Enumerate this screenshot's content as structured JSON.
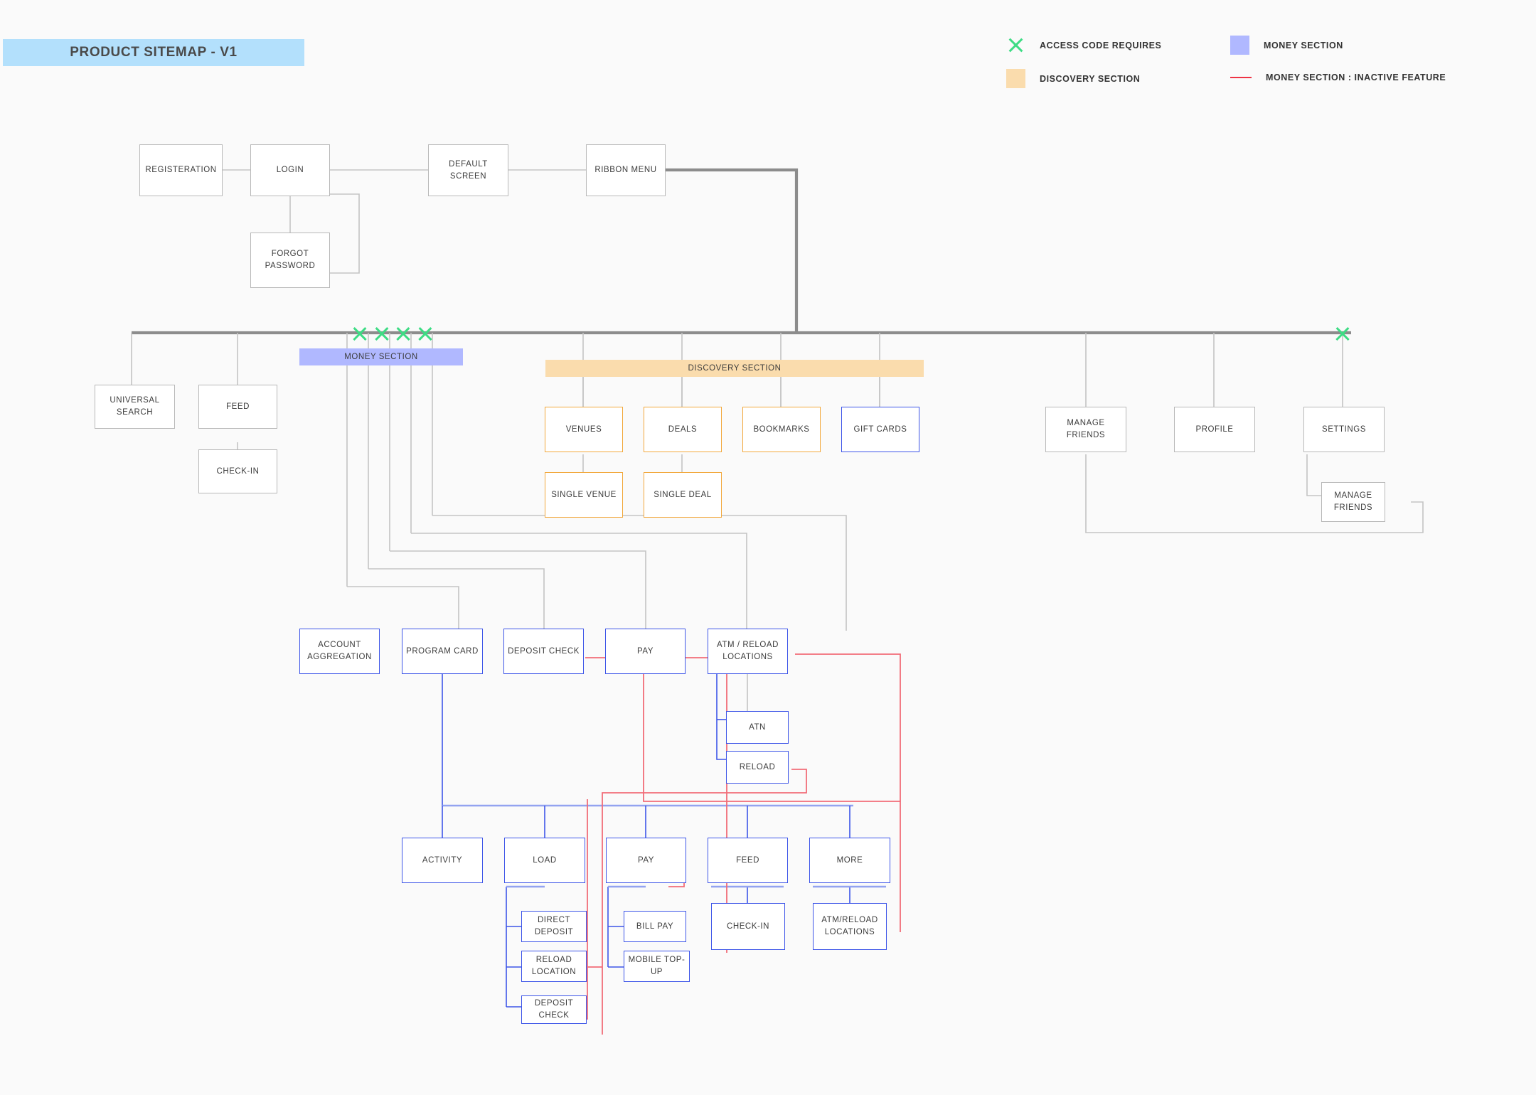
{
  "title": {
    "text": "PRODUCT SITEMAP - V1"
  },
  "legend": {
    "items": [
      {
        "icon": "x-mark-icon",
        "label": "ACCESS CODE REQUIRES"
      },
      {
        "icon": "discovery-swatch-icon",
        "label": "DISCOVERY SECTION"
      },
      {
        "icon": "money-swatch-icon",
        "label": "MONEY SECTION"
      },
      {
        "icon": "inactive-line-icon",
        "label": "MONEY SECTION : INACTIVE FEATURE"
      }
    ]
  },
  "bands": {
    "money": "MONEY SECTION",
    "discovery": "DISCOVERY SECTION"
  },
  "nodes": {
    "registration": "REGISTERATION",
    "login": "LOGIN",
    "forgot_password": "FORGOT PASSWORD",
    "default_screen": "DEFAULT SCREEN",
    "ribbon_menu": "RIBBON MENU",
    "universal_search": "UNIVERSAL SEARCH",
    "feed": "FEED",
    "check_in": "CHECK-IN",
    "venues": "VENUES",
    "deals": "DEALS",
    "bookmarks": "BOOKMARKS",
    "gift_cards": "GIFT CARDS",
    "single_venue": "SINGLE VENUE",
    "single_deal": "SINGLE DEAL",
    "manage_friends": "MANAGE FRIENDS",
    "profile": "PROFILE",
    "settings": "SETTINGS",
    "manage_friends_sub": "MANAGE FRIENDS",
    "account_aggregation": "ACCOUNT AGGREGATION",
    "program_card": "PROGRAM CARD",
    "deposit_check": "DEPOSIT CHECK",
    "pay_top": "PAY",
    "atm_reload_locations": "ATM / RELOAD LOCATIONS",
    "atn": "ATN",
    "reload": "RELOAD",
    "activity": "ACTIVITY",
    "load": "LOAD",
    "pay_bottom": "PAY",
    "feed_bottom": "FEED",
    "more": "MORE",
    "direct_deposit": "DIRECT DEPOSIT",
    "reload_location": "RELOAD LOCATION",
    "deposit_check_bottom": "DEPOSIT CHECK",
    "bill_pay": "BILL PAY",
    "mobile_top_up": "MOBILE TOP-UP",
    "check_in_bottom": "CHECK-IN",
    "atm_reload_locations_bottom": "ATM/RELOAD LOCATIONS"
  },
  "colors": {
    "money": "#b0b8ff",
    "discovery": "#fadcad",
    "access_code": "#3ddc84",
    "inactive": "#ee3344",
    "blue_border": "#3d55e8",
    "orange_border": "#f2a83c",
    "title_banner": "#b3e0fc"
  }
}
